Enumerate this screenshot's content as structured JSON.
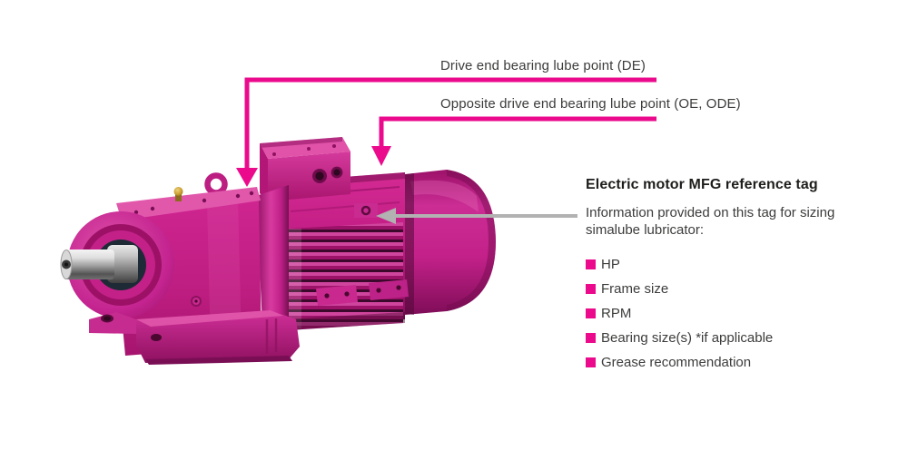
{
  "figure": {
    "subject": "Pink gearmotor (gearbox + electric motor) product illustration with lubrication callouts"
  },
  "colors": {
    "accent_pink": "#eb0a8c",
    "motor_pink": "#c9298f",
    "motor_pink_dark": "#7a0e55",
    "pointer_gray": "#b2b2b2",
    "text_dark": "#3c3c3b",
    "heading_black": "#1d1d1b",
    "shaft_metal": "#c9c9c9",
    "bearing_dark": "#1e2a36",
    "brass_fitting": "#d4ab45"
  },
  "callouts": {
    "de": {
      "label": "Drive end bearing lube point (DE)"
    },
    "ode": {
      "label": "Opposite drive end bearing lube point (OE, ODE)"
    },
    "tag": {
      "heading": "Electric motor MFG reference tag",
      "description": "Information provided on this tag for sizing simalube lubricator:",
      "items": [
        "HP",
        "Frame size",
        "RPM",
        "Bearing size(s) *if applicable",
        "Grease recommendation"
      ]
    }
  }
}
